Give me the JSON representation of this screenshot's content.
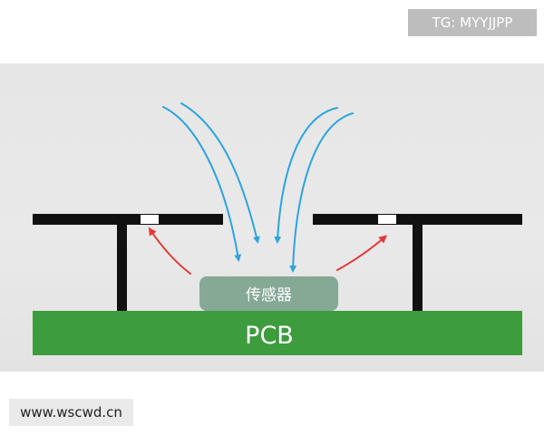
{
  "watermark_top": "TG: MYYJJPP",
  "sensor_label": "传感器",
  "pcb_label": "PCB",
  "watermark_bottom": "www.wscwd.cn",
  "colors": {
    "background_panel": "#e7e7e7",
    "pcb": "#3d9c3d",
    "sensor": "#86a996",
    "bracket": "#111111",
    "airflow_arrows": "#2aa5dd",
    "reflected_arrows": "#e53935",
    "label_text": "#ffffff"
  }
}
